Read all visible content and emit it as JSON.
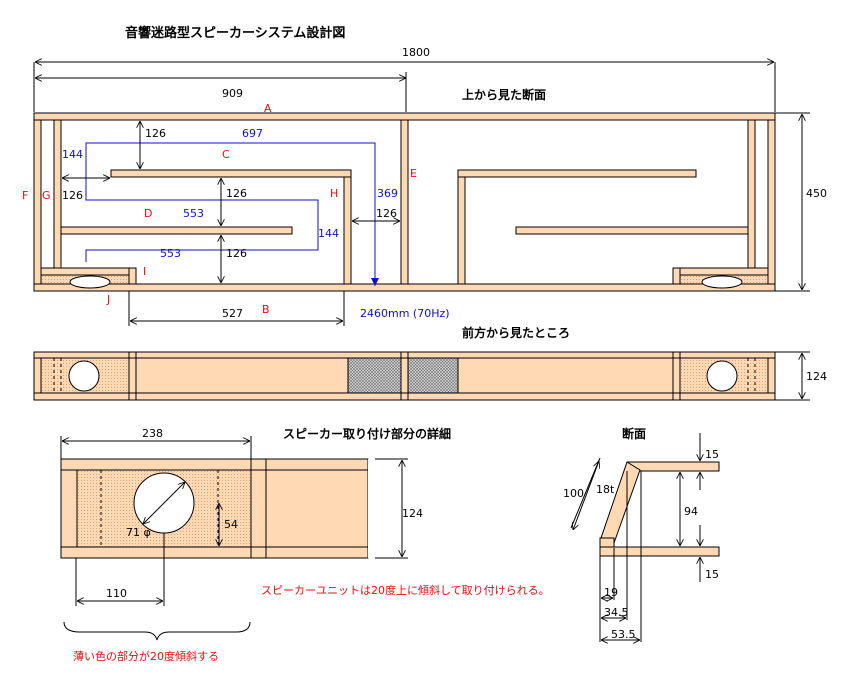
{
  "title": "音響迷路型スピーカーシステム設計図",
  "views": {
    "top": "上から見た断面",
    "front": "前方から見たところ",
    "detail": "スピーカー取り付け部分の詳細",
    "section": "断面"
  },
  "dims": {
    "total_width": "1800",
    "half_width": "909",
    "height": "450",
    "gap_126_a": "126",
    "gap_126_b": "126",
    "gap_126_c": "126",
    "gap_126_d": "126",
    "gap_126_e": "126",
    "bottom": "527",
    "front_h": "124",
    "detail_w": "238",
    "detail_h": "124",
    "detail_54": "54",
    "detail_110": "110",
    "detail_71": "71 φ",
    "sec_100": "100",
    "sec_18t": "18t",
    "sec_94": "94",
    "sec_15a": "15",
    "sec_15b": "15",
    "sec_19": "19",
    "sec_34": "34.5",
    "sec_53": "53.5"
  },
  "path_dims": {
    "p697": "697",
    "p144a": "144",
    "p553a": "553",
    "p553b": "553",
    "p144b": "144",
    "p369": "369",
    "total": "2460mm (70Hz)"
  },
  "labels": {
    "A": "A",
    "B": "B",
    "C": "C",
    "D": "D",
    "E": "E",
    "F": "F",
    "G": "G",
    "H": "H",
    "I": "I",
    "J": "J"
  },
  "notes": {
    "tilt": "スピーカーユニットは20度上に傾斜して取り付けられる。",
    "light": "薄い色の部分が20度傾斜する"
  }
}
